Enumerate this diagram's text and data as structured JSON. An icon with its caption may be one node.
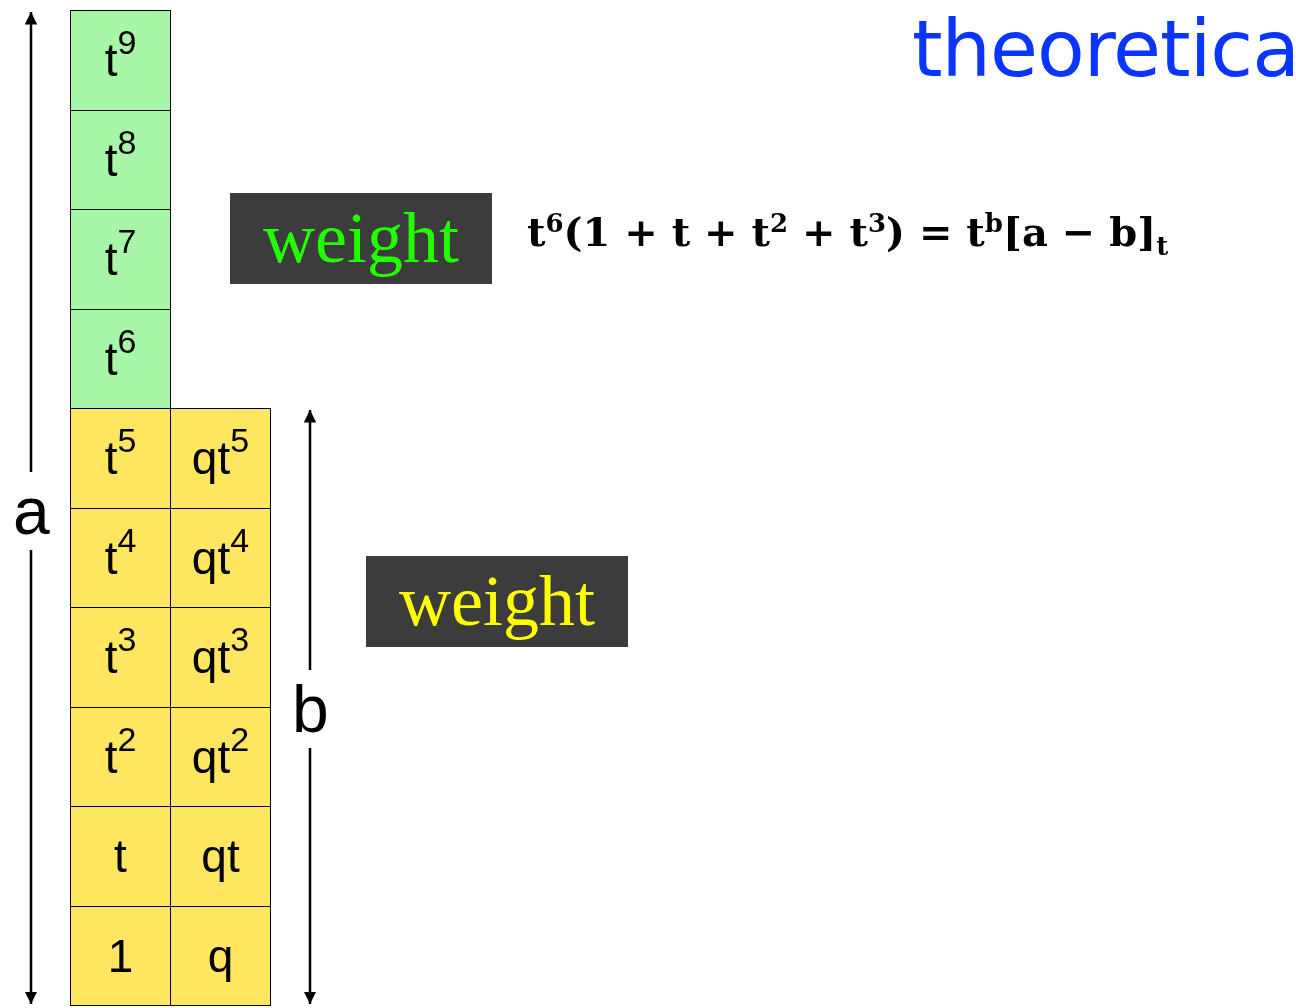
{
  "diagram": {
    "title": "theoretica",
    "nodes": [
      {
        "text": [
          "t$^{9}$"
        ]
      },
      {
        "text": [
          "t$^{8}$"
        ]
      },
      {
        "text": [
          "t$^{7}$"
        ]
      },
      {
        "text": [
          "t$^{6}$"
        ]
      },
      {
        "text": [
          "t$^{5}$"
        ]
      },
      {
        "text": [
          "qt$^{5}$"
        ]
      },
      {
        "text": [
          "t$^{4}$"
        ]
      },
      {
        "text": [
          "qt$^{4}$"
        ]
      },
      {
        "text": [
          "t$^{3}$"
        ]
      },
      {
        "text": [
          "qt$^{3}$"
        ]
      },
      {
        "text": [
          "t$^{2}$"
        ]
      },
      {
        "text": [
          "qt$^{2}$"
        ]
      },
      {
        "text": [
          "t"
        ]
      },
      {
        "text": [
          "qt"
        ]
      },
      {
        "text": [
          "1"
        ]
      },
      {
        "text": [
          "q"
        ]
      },
      {
        "text": [
          "weight"
        ]
      },
      {
        "text": [
          "weight"
        ]
      }
    ],
    "labels": [
      "t$^{6}$(1 + t + t$^{2}$ + t$^{3}$) = t$^{b}$[a − b]$_{t}$",
      "a",
      "b"
    ]
  }
}
